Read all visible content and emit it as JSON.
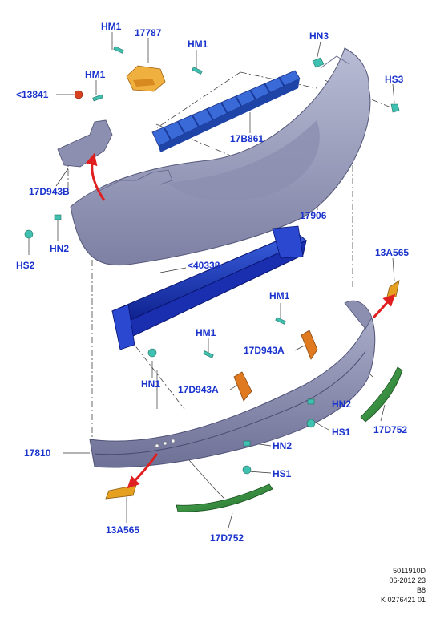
{
  "labels": {
    "hm1_top": "HM1",
    "p17787": "17787",
    "hm1_mid": "HM1",
    "hm1_left": "HM1",
    "hn3": "HN3",
    "hs3": "HS3",
    "p13841": "<13841",
    "p17b861": "17B861",
    "p17d943b": "17D943B",
    "p17906": "17906",
    "hs2": "HS2",
    "hn2_left": "HN2",
    "p40338": "<40338",
    "p13a565_right": "13A565",
    "hm1_right": "HM1",
    "p17d943a_right": "17D943A",
    "hm1_center": "HM1",
    "hn1": "HN1",
    "p17d943a_left": "17D943A",
    "hn2_right": "HN2",
    "hs1_right": "HS1",
    "p17d752_right": "17D752",
    "p17810": "17810",
    "hn2_center": "HN2",
    "hs1_center": "HS1",
    "p13a565_left": "13A565",
    "p17d752_left": "17D752"
  },
  "footer": {
    "line1": "5011910D",
    "line2": "06-2012 23",
    "line3": "B8",
    "line4": "K 0276421 01"
  },
  "colors": {
    "label": "#1a33cc",
    "bumper": "#8f92b3",
    "absorber": "#2a5aa8",
    "reinforcement": "#1a2fb0",
    "bracket_orange": "#e07a20",
    "trim_green": "#2f8a3a",
    "reflector": "#e5a020",
    "arrow": "#e02020",
    "fastener": "#40c0b0"
  }
}
